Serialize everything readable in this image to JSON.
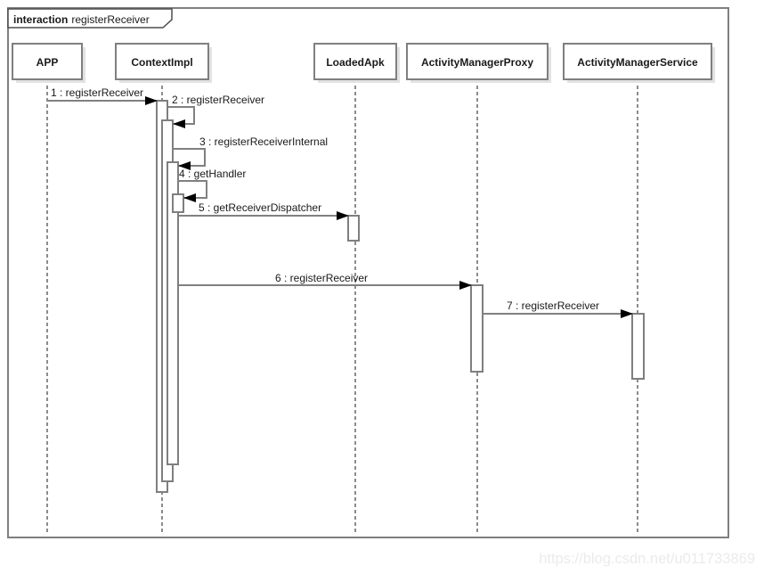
{
  "diagram": {
    "type": "uml-sequence-diagram",
    "frame": {
      "keyword": "interaction",
      "name": "registerReceiver"
    },
    "lifelines": [
      {
        "name": "APP"
      },
      {
        "name": "ContextImpl"
      },
      {
        "name": "LoadedApk"
      },
      {
        "name": "ActivityManagerProxy"
      },
      {
        "name": "ActivityManagerService"
      }
    ],
    "messages": [
      {
        "label": "1 : registerReceiver",
        "from": "APP",
        "to": "ContextImpl",
        "kind": "call"
      },
      {
        "label": "2 : registerReceiver",
        "from": "ContextImpl",
        "to": "ContextImpl",
        "kind": "self"
      },
      {
        "label": "3 : registerReceiverInternal",
        "from": "ContextImpl",
        "to": "ContextImpl",
        "kind": "self"
      },
      {
        "label": "4 : getHandler",
        "from": "ContextImpl",
        "to": "ContextImpl",
        "kind": "self"
      },
      {
        "label": "5 : getReceiverDispatcher",
        "from": "ContextImpl",
        "to": "LoadedApk",
        "kind": "call"
      },
      {
        "label": "6 : registerReceiver",
        "from": "ContextImpl",
        "to": "ActivityManagerProxy",
        "kind": "call"
      },
      {
        "label": "7 : registerReceiver",
        "from": "ActivityManagerProxy",
        "to": "ActivityManagerService",
        "kind": "call"
      }
    ],
    "colors": {
      "line_gray": "#808080",
      "arrowhead": "#000000",
      "box_border": "#7f7f7f",
      "box_fill": "#ffffff",
      "shadow": "#e2e2e2",
      "lifeline_dash": "#1a1a1a"
    },
    "watermark": "https://blog.csdn.net/u011733869"
  }
}
